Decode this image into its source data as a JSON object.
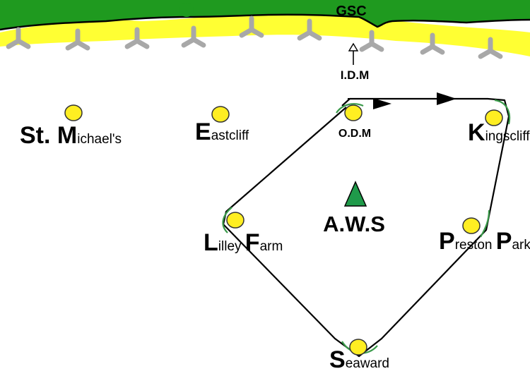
{
  "header": {
    "label": "GSC"
  },
  "colors": {
    "grass": "#1f9a1f",
    "beach": "#ffff33",
    "marker": "#ffee22",
    "marker_stroke": "#333333",
    "aws": "#1f9a4a",
    "route": "#000000",
    "turn": "#3a9a4a",
    "windmill": "#a8a8a8"
  },
  "idm": {
    "label": "I.D.M"
  },
  "aws": {
    "label": "A.W.S"
  },
  "waypoints": [
    {
      "id": "st-michaels",
      "cap": "St. M",
      "rest": "ichael's"
    },
    {
      "id": "eastcliff",
      "cap": "E",
      "rest": "astcliff"
    },
    {
      "id": "odm",
      "cap": "",
      "rest": "O.D.M"
    },
    {
      "id": "kingscliff",
      "cap": "K",
      "rest": "ingscliff"
    },
    {
      "id": "lilley-farm",
      "cap": "L",
      "rest": "illey ",
      "cap2": "F",
      "rest2": "arm"
    },
    {
      "id": "preston-park",
      "cap": "P",
      "rest": "reston ",
      "cap2": "P",
      "rest2": "ark"
    },
    {
      "id": "seaward",
      "cap": "S",
      "rest": "eaward"
    }
  ]
}
